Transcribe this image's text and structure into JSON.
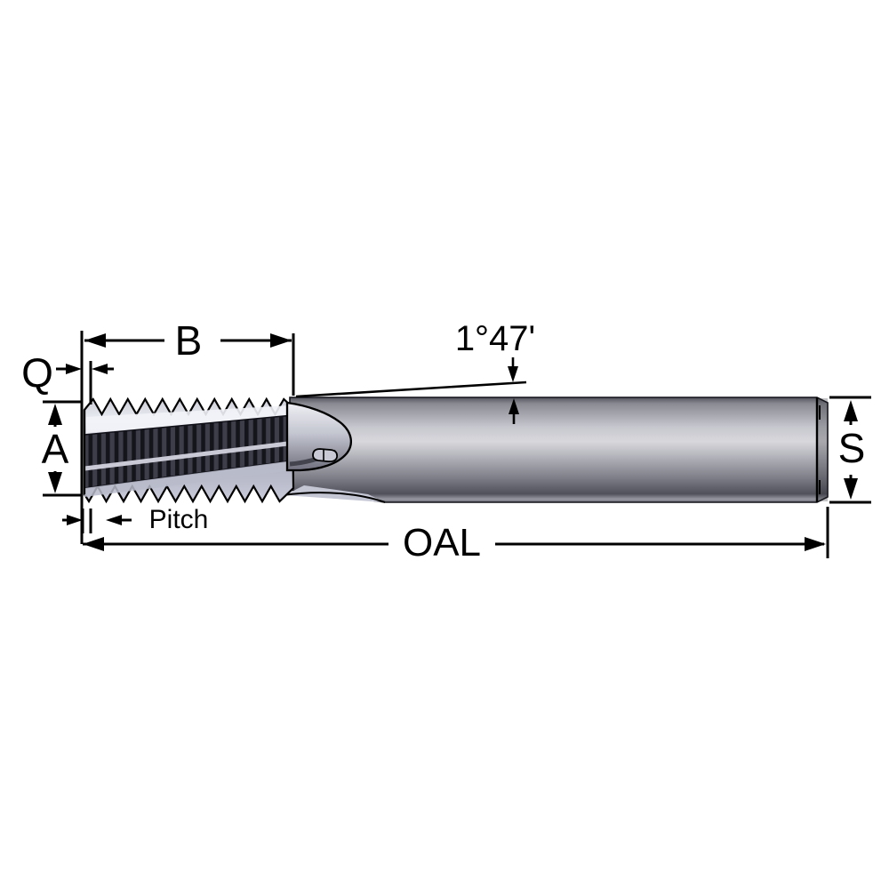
{
  "diagram": {
    "type": "engineering-dimension-drawing",
    "subject": "thread-mill-cutting-tool-side-view",
    "labels": {
      "b": "B",
      "q": "Q",
      "a": "A",
      "pitch": "Pitch",
      "oal": "OAL",
      "s": "S",
      "angle": "1°47'"
    },
    "dimensions_meaning": {
      "b": "thread length",
      "q": "first thread offset",
      "a": "cutter diameter",
      "pitch": "thread pitch",
      "oal": "overall length",
      "s": "shank diameter",
      "angle": "back taper angle"
    },
    "colors": {
      "background": "#ffffff",
      "line": "#000000",
      "shank_top": "#54545e",
      "shank_highlight": "#d8d8dc",
      "shank_bottom": "#50505a",
      "shank_rim": "#9898a2",
      "thread_light": "#eef0f6",
      "thread_mid": "#b8bac8",
      "flute_dark": "#3e3e4a",
      "flute_stripe": "#14141b",
      "chamfer_face": "#6e6e78"
    }
  }
}
